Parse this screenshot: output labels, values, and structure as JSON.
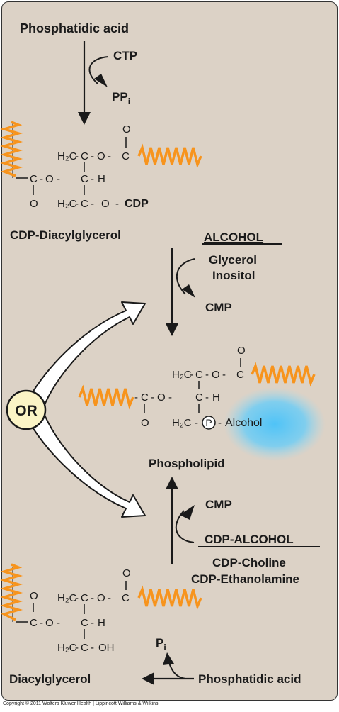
{
  "labels": {
    "phosphatidic_acid_top": "Phosphatidic acid",
    "ctp": "CTP",
    "ppi_main": "PP",
    "ppi_sub": "i",
    "cdp_diacylglycerol": "CDP-Diacylglycerol",
    "alcohol_header": "ALCOHOL",
    "glycerol": "Glycerol",
    "inositol": "Inositol",
    "cmp_top": "CMP",
    "or": "OR",
    "phospholipid": "Phospholipid",
    "cmp_bottom": "CMP",
    "cdp_alcohol_header": "CDP-ALCOHOL",
    "cdp_choline": "CDP-Choline",
    "cdp_ethanolamine": "CDP-Ethanolamine",
    "pi_main": "P",
    "pi_sub": "i",
    "diacylglycerol": "Diacylglycerol",
    "phosphatidic_acid_bottom": "Phosphatidic acid"
  },
  "structures": {
    "o": "O",
    "c": "C",
    "h": "H",
    "h2c": "H₂C",
    "cdp": "CDP",
    "p": "P",
    "alcohol": "Alcohol",
    "oh": "OH",
    "dash": "-"
  },
  "copyright": "Copyright © 2011 Wolters Kluwer Health | Lippincott Williams & Wilkins",
  "colors": {
    "background": "#dcd2c6",
    "fatty_acid_chain": "#f7941d",
    "alcohol_glow": "#4fc3f7",
    "or_circle": "#fbf4c6"
  }
}
